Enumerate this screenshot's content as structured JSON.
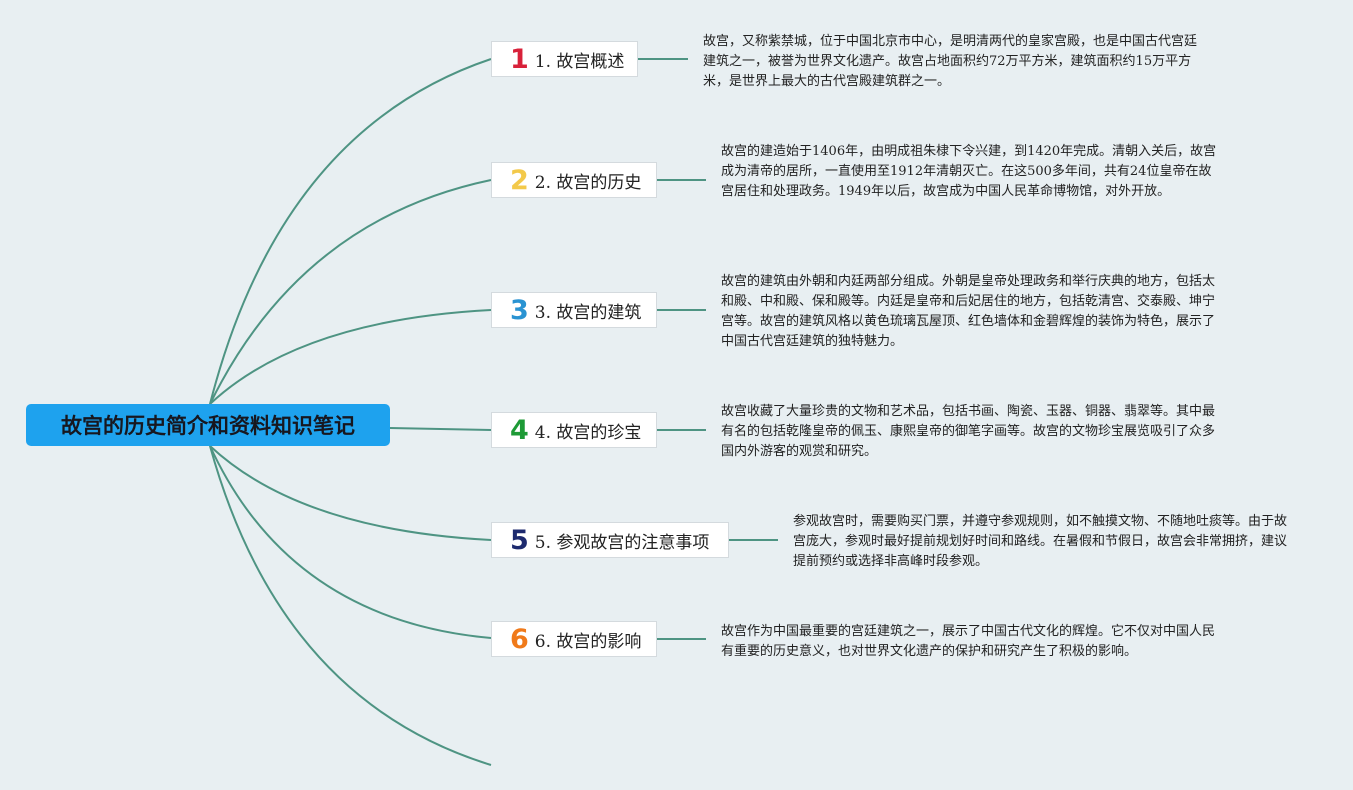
{
  "root": {
    "title": "故宫的历史简介和资料知识笔记",
    "color": "#1ea2ee"
  },
  "line_color": "#4e9483",
  "topics": [
    {
      "number": "1",
      "number_color": "#d8213a",
      "label": "1. 故宫概述",
      "note": "故宫，又称紫禁城，位于中国北京市中心，是明清两代的皇家宫殿，也是中国古代宫廷建筑之一，被誉为世界文化遗产。故宫占地面积约72万平方米，建筑面积约15万平方米，是世界上最大的古代宫殿建筑群之一。"
    },
    {
      "number": "2",
      "number_color": "#f3c94a",
      "label": "2. 故宫的历史",
      "note": "故宫的建造始于1406年，由明成祖朱棣下令兴建，到1420年完成。清朝入关后，故宫成为清帝的居所，一直使用至1912年清朝灭亡。在这500多年间，共有24位皇帝在故宫居住和处理政务。1949年以后，故宫成为中国人民革命博物馆，对外开放。"
    },
    {
      "number": "3",
      "number_color": "#2a93d2",
      "label": "3. 故宫的建筑",
      "note": "故宫的建筑由外朝和内廷两部分组成。外朝是皇帝处理政务和举行庆典的地方，包括太和殿、中和殿、保和殿等。内廷是皇帝和后妃居住的地方，包括乾清宫、交泰殿、坤宁宫等。故宫的建筑风格以黄色琉璃瓦屋顶、红色墙体和金碧辉煌的装饰为特色，展示了中国古代宫廷建筑的独特魅力。"
    },
    {
      "number": "4",
      "number_color": "#1d9a36",
      "label": "4. 故宫的珍宝",
      "note": "故宫收藏了大量珍贵的文物和艺术品，包括书画、陶瓷、玉器、铜器、翡翠等。其中最有名的包括乾隆皇帝的佩玉、康熙皇帝的御笔字画等。故宫的文物珍宝展览吸引了众多国内外游客的观赏和研究。"
    },
    {
      "number": "5",
      "number_color": "#1d2a6e",
      "label": "5. 参观故宫的注意事项",
      "note": "参观故宫时，需要购买门票，并遵守参观规则，如不触摸文物、不随地吐痰等。由于故宫庞大，参观时最好提前规划好时间和路线。在暑假和节假日，故宫会非常拥挤，建议提前预约或选择非高峰时段参观。"
    },
    {
      "number": "6",
      "number_color": "#f07a1a",
      "label": "6. 故宫的影响",
      "note": "故宫作为中国最重要的宫廷建筑之一，展示了中国古代文化的辉煌。它不仅对中国人民有重要的历史意义，也对世界文化遗产的保护和研究产生了积极的影响。"
    }
  ]
}
